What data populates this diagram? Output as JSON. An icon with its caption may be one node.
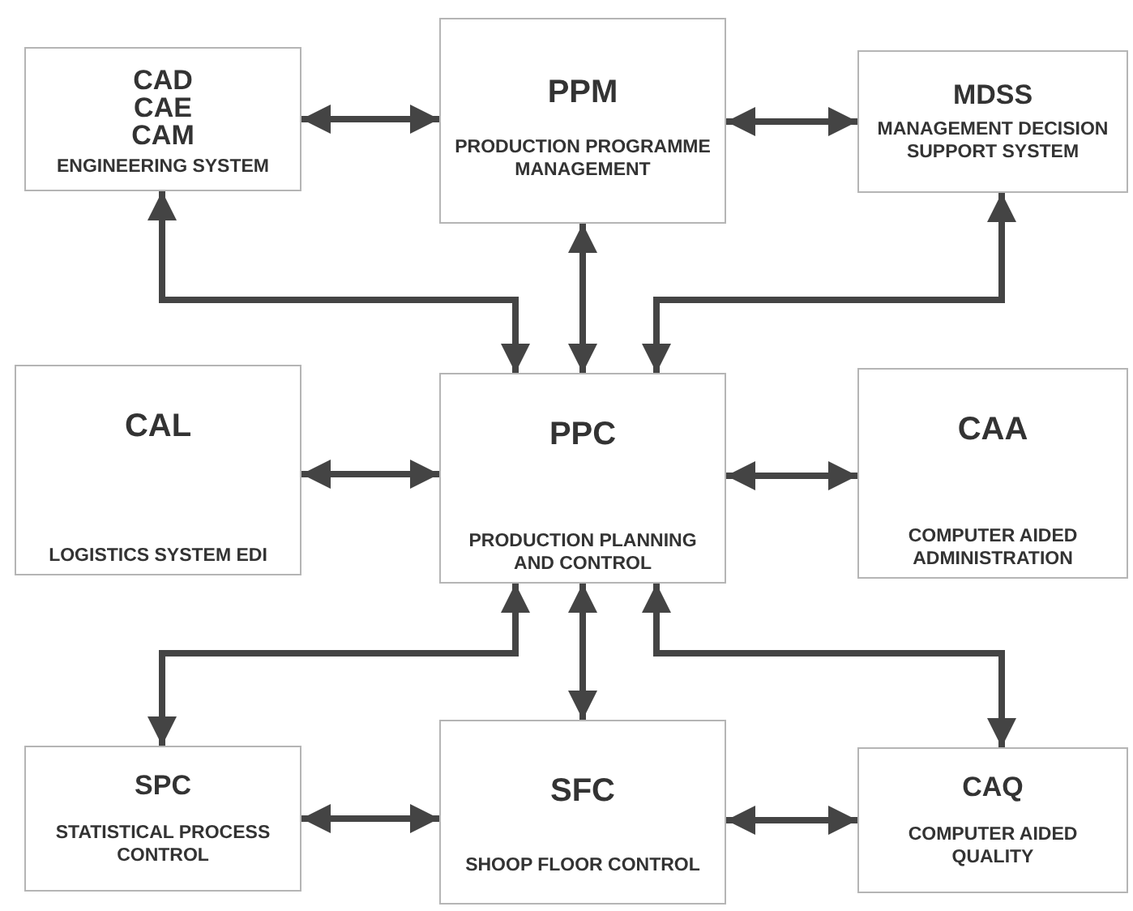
{
  "diagram": {
    "nodes": [
      {
        "text": [
          "CAD CAE CAM",
          "ENGINEERING SYSTEM"
        ]
      },
      {
        "text": [
          "PPM",
          "PRODUCTION PROGRAMME MANAGEMENT"
        ]
      },
      {
        "text": [
          "MDSS",
          "MANAGEMENT DECISION SUPPORT SYSTEM"
        ]
      },
      {
        "text": [
          "CAL",
          "LOGISTICS SYSTEM EDI"
        ]
      },
      {
        "text": [
          "PPC",
          "PRODUCTION PLANNING AND CONTROL"
        ]
      },
      {
        "text": [
          "CAA",
          "COMPUTER AIDED ADMINISTRATION"
        ]
      },
      {
        "text": [
          "SPC",
          "STATISTICAL PROCESS CONTROL"
        ]
      },
      {
        "text": [
          "SFC",
          "SHOOP FLOOR CONTROL"
        ]
      },
      {
        "text": [
          "CAQ",
          "COMPUTER AIDED QUALITY"
        ]
      }
    ],
    "edges": [
      {
        "from": 0,
        "to": 1,
        "arrow": "both"
      },
      {
        "from": 1,
        "to": 2,
        "arrow": "both"
      },
      {
        "from": 0,
        "to": 4,
        "arrow": "both"
      },
      {
        "from": 1,
        "to": 4,
        "arrow": "both"
      },
      {
        "from": 2,
        "to": 4,
        "arrow": "both"
      },
      {
        "from": 3,
        "to": 4,
        "arrow": "both"
      },
      {
        "from": 4,
        "to": 5,
        "arrow": "both"
      },
      {
        "from": 4,
        "to": 6,
        "arrow": "both"
      },
      {
        "from": 4,
        "to": 7,
        "arrow": "both"
      },
      {
        "from": 4,
        "to": 8,
        "arrow": "both"
      },
      {
        "from": 6,
        "to": 7,
        "arrow": "both"
      },
      {
        "from": 7,
        "to": 8,
        "arrow": "both"
      }
    ]
  }
}
